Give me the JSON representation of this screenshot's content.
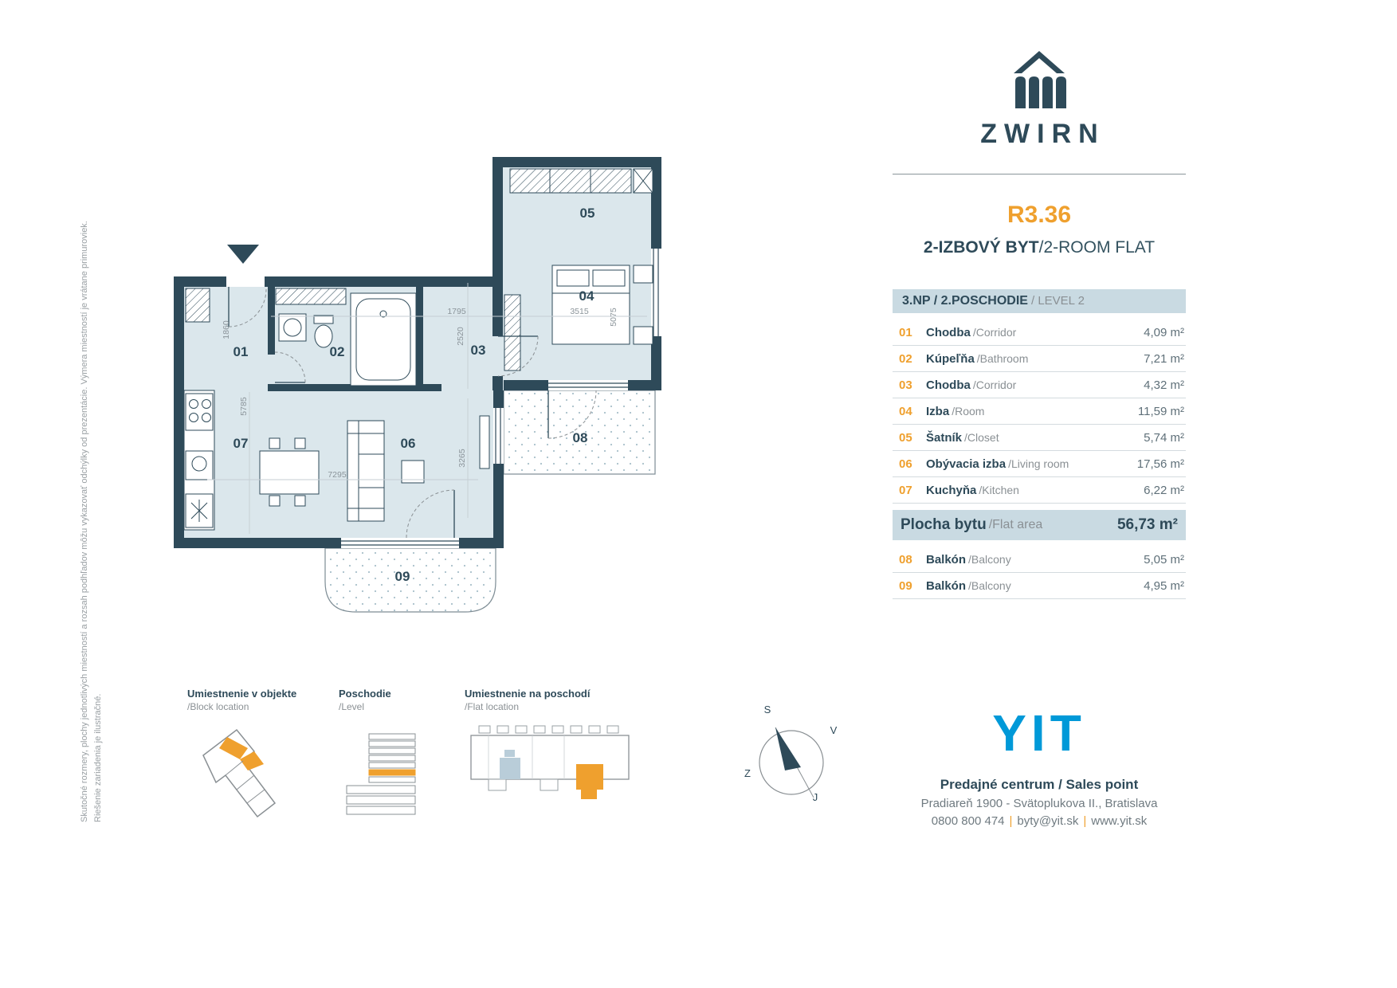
{
  "disclaimer": {
    "line1": "Skutočné rozmery, plochy jednotlivých miestností a rozsah podhľadov môžu vykazovať odchýlky od prezentácie. Výmera miestností je vrátane primuroviek.",
    "line2": "Riešenie zariadenia je ilustračné."
  },
  "brand": {
    "name": "ZWIRN"
  },
  "flat": {
    "id": "R3.36",
    "type_sk": "2-IZBOVÝ BYT",
    "type_en": "/2-ROOM FLAT",
    "level_sk": "3.NP / 2.POSCHODIE",
    "level_en": "/ LEVEL 2"
  },
  "rooms": [
    {
      "num": "01",
      "name_sk": "Chodba",
      "name_en": "/Corridor",
      "area": "4,09 m²"
    },
    {
      "num": "02",
      "name_sk": "Kúpeľňa",
      "name_en": "/Bathroom",
      "area": "7,21 m²"
    },
    {
      "num": "03",
      "name_sk": "Chodba",
      "name_en": "/Corridor",
      "area": "4,32 m²"
    },
    {
      "num": "04",
      "name_sk": "Izba",
      "name_en": "/Room",
      "area": "11,59 m²"
    },
    {
      "num": "05",
      "name_sk": "Šatník",
      "name_en": "/Closet",
      "area": "5,74 m²"
    },
    {
      "num": "06",
      "name_sk": "Obývacia izba",
      "name_en": "/Living room",
      "area": "17,56 m²"
    },
    {
      "num": "07",
      "name_sk": "Kuchyňa",
      "name_en": "/Kitchen",
      "area": "6,22 m²"
    }
  ],
  "total": {
    "label_sk": "Plocha bytu",
    "label_en": "/Flat area",
    "area": "56,73 m²"
  },
  "balconies": [
    {
      "num": "08",
      "name_sk": "Balkón",
      "name_en": "/Balcony",
      "area": "5,05 m²"
    },
    {
      "num": "09",
      "name_sk": "Balkón",
      "name_en": "/Balcony",
      "area": "4,95 m²"
    }
  ],
  "plan": {
    "labels": {
      "r01": "01",
      "r02": "02",
      "r03": "03",
      "r04": "04",
      "r05": "05",
      "r06": "06",
      "r07": "07",
      "r08": "08",
      "r09": "09"
    },
    "dims": {
      "d1860": "1860",
      "d2520": "2520",
      "d1795": "1795",
      "d3515": "3515",
      "d5075": "5075",
      "d5785": "5785",
      "d3265": "3265",
      "d7295": "7295"
    }
  },
  "mini_maps": {
    "block": {
      "title_sk": "Umiestnenie v objekte",
      "title_en": "/Block location"
    },
    "level": {
      "title_sk": "Poschodie",
      "title_en": "/Level"
    },
    "flat": {
      "title_sk": "Umiestnenie na poschodí",
      "title_en": "/Flat location"
    }
  },
  "compass": {
    "n": "S",
    "e": "V",
    "w": "Z",
    "s": "J"
  },
  "footer": {
    "brand": "YIT",
    "sales_label": "Predajné centrum / Sales point",
    "address": "Pradiareň 1900 - Svätoplukova II., Bratislava",
    "phone": "0800 800 474",
    "email": "byty@yit.sk",
    "web": "www.yit.sk",
    "separator": "|"
  },
  "colors": {
    "primary": "#2e4a59",
    "accent": "#efa02e",
    "panel_bg": "#c9dae2",
    "room_fill": "#dbe7ec",
    "yit_blue": "#0099d8"
  }
}
